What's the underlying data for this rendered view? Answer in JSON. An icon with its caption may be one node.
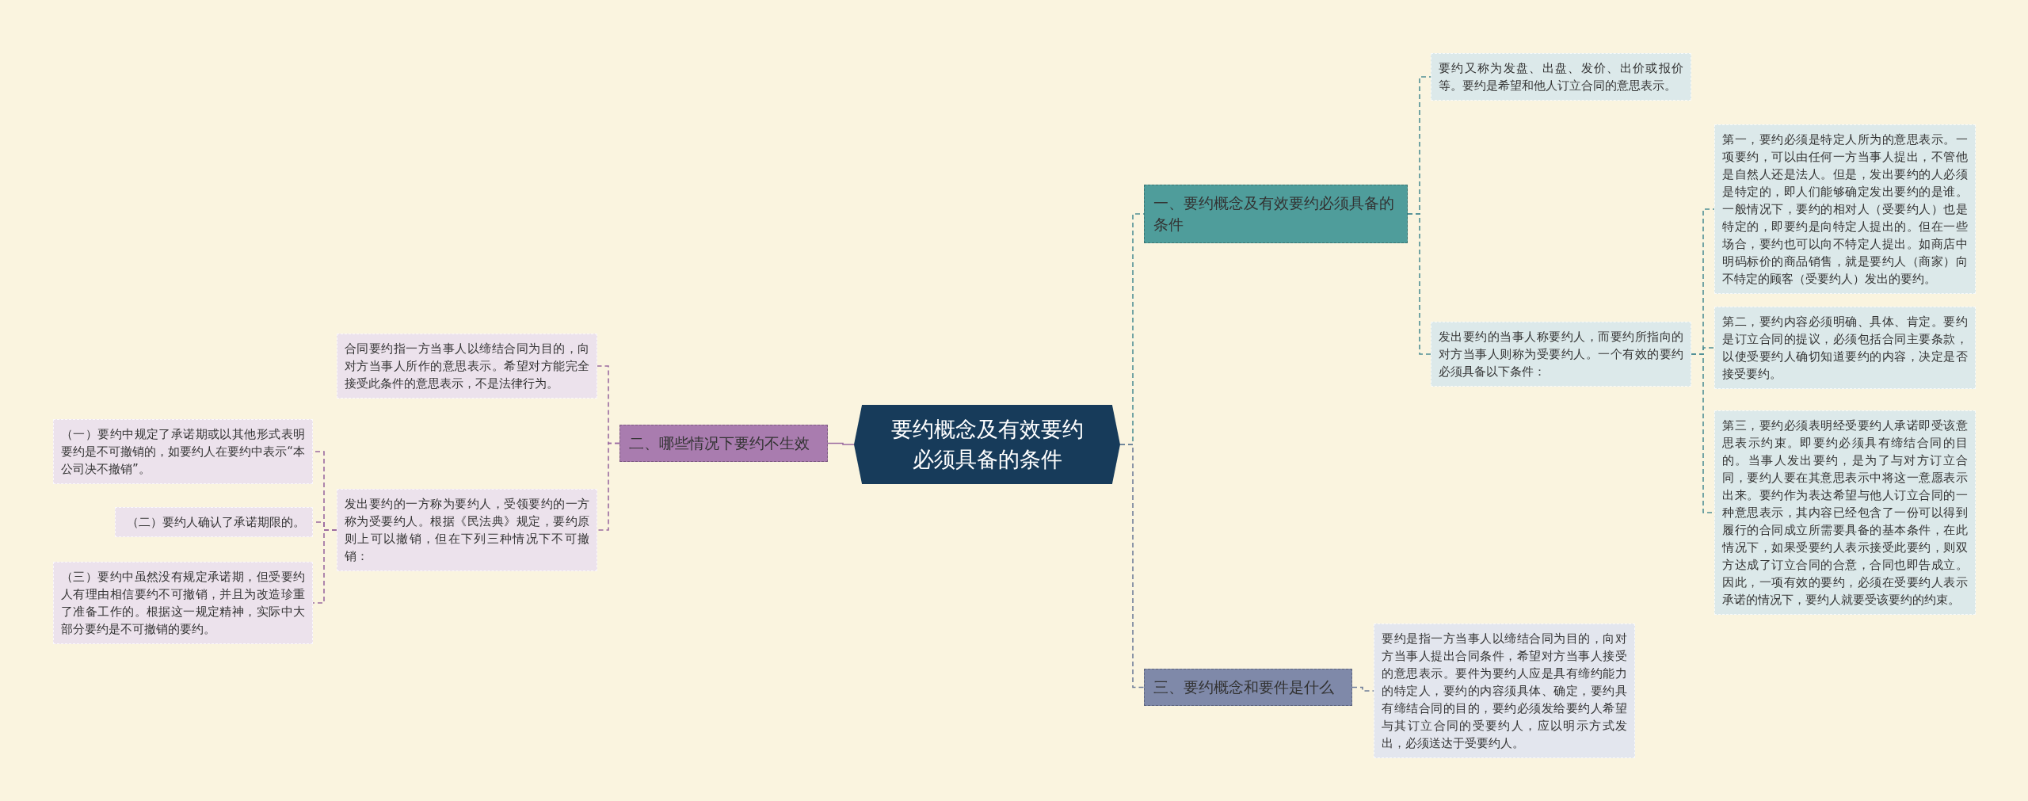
{
  "diagram": {
    "nodes": [
      {
        "text": [
          "要约概念及有效要约必须具备的条件"
        ]
      },
      {
        "text": [
          "一、要约概念及有效要约必须具备的条件"
        ]
      },
      {
        "text": [
          "要约又称为发盘、出盘、发价、出价或报价等。要约是希望和他人订立合同的意思表示。"
        ]
      },
      {
        "text": [
          "发出要约的当事人称要约人，而要约所指向的对方当事人则称为受要约人。一个有效的要约必须具备以下条件："
        ]
      },
      {
        "text": [
          "第一，要约必须是特定人所为的意思表示。一项要约，可以由任何一方当事人提出，不管他是自然人还是法人。但是，发出要约的人必须是特定的，即人们能够确定发出要约的是谁。一般情况下，要约的相对人（受要约人）也是特定的，即要约是向特定人提出的。但在一些场合，要约也可以向不特定人提出。如商店中明码标价的商品销售，就是要约人（商家）向不特定的顾客（受要约人）发出的要约。"
        ]
      },
      {
        "text": [
          "第二，要约内容必须明确、具体、肯定。要约是订立合同的提议，必须包括合同主要条款，以使受要约人确切知道要约的内容，决定是否接受要约。"
        ]
      },
      {
        "text": [
          "第三，要约必须表明经受要约人承诺即受该意思表示约束。即要约必须具有缔结合同的目的。当事人发出要约，是为了与对方订立合同，要约人要在其意思表示中将这一意愿表示出来。要约作为表达希望与他人订立合同的一种意思表示，其内容已经包含了一份可以得到履行的合同成立所需要具备的基本条件，在此情况下，如果受要约人表示接受此要约，则双方达成了订立合同的合意，合同也即告成立。因此，一项有效的要约，必须在受要约人表示承诺的情况下，要约人就要受该要约的约束。"
        ]
      },
      {
        "text": [
          "三、要约概念和要件是什么"
        ]
      },
      {
        "text": [
          "要约是指一方当事人以缔结合同为目的，向对方当事人提出合同条件，希望对方当事人接受的意思表示。要件为要约人应是具有缔约能力的特定人，要约的内容须具体、确定，要约具有缔结合同的目的，要约必须发给要约人希望与其订立合同的受要约人，应以明示方式发出，必须送达于受要约人。"
        ]
      },
      {
        "text": [
          "二、哪些情况下要约不生效"
        ]
      },
      {
        "text": [
          "合同要约指一方当事人以缔结合同为目的，向对方当事人所作的意思表示。希望对方能完全接受此条件的意思表示，不是法律行为。"
        ]
      },
      {
        "text": [
          "发出要约的一方称为要约人，受领要约的一方称为受要约人。根据《民法典》规定，要约原则上可以撤销，但在下列三种情况下不可撤销："
        ]
      },
      {
        "text": [
          "（一）要约中规定了承诺期或以其他形式表明要约是不可撤销的，如要约人在要约中表示“本公司决不撤销”。"
        ]
      },
      {
        "text": [
          "（二）要约人确认了承诺期限的。"
        ]
      },
      {
        "text": [
          "（三）要约中虽然没有规定承诺期，但受要约人有理由相信要约不可撤销，并且为改造珍重了准备工作的。根据这一规定精神，实际中大部分要约是不可撤销的要约。"
        ]
      }
    ],
    "edges": [
      {
        "from": 0,
        "to": 1,
        "arrow": "none",
        "style": "dashed",
        "color": "#4f8f95"
      },
      {
        "from": 0,
        "to": 7,
        "arrow": "none",
        "style": "dashed",
        "color": "#6f7d99"
      },
      {
        "from": 0,
        "to": 9,
        "arrow": "none",
        "color": "#9a6aa0"
      },
      {
        "from": 1,
        "to": 2,
        "arrow": "none",
        "style": "dashed",
        "color": "#4f8f95"
      },
      {
        "from": 1,
        "to": 3,
        "arrow": "none",
        "style": "dashed",
        "color": "#4f8f95"
      },
      {
        "from": 3,
        "to": 4,
        "arrow": "none",
        "style": "dashed",
        "color": "#4f8f95"
      },
      {
        "from": 3,
        "to": 5,
        "arrow": "none",
        "style": "dashed",
        "color": "#4f8f95"
      },
      {
        "from": 3,
        "to": 6,
        "arrow": "none",
        "style": "dashed",
        "color": "#4f8f95"
      },
      {
        "from": 7,
        "to": 8,
        "arrow": "none",
        "style": "dashed",
        "color": "#6f7d99"
      },
      {
        "from": 9,
        "to": 10,
        "arrow": "none",
        "style": "dashed",
        "color": "#9a6aa0"
      },
      {
        "from": 9,
        "to": 11,
        "arrow": "none",
        "style": "dashed",
        "color": "#9a6aa0"
      },
      {
        "from": 11,
        "to": 12,
        "arrow": "none",
        "style": "dashed",
        "color": "#9a6aa0"
      },
      {
        "from": 11,
        "to": 13,
        "arrow": "none",
        "style": "dashed",
        "color": "#9a6aa0"
      },
      {
        "from": 11,
        "to": 14,
        "arrow": "none",
        "style": "dashed",
        "color": "#9a6aa0"
      }
    ]
  }
}
